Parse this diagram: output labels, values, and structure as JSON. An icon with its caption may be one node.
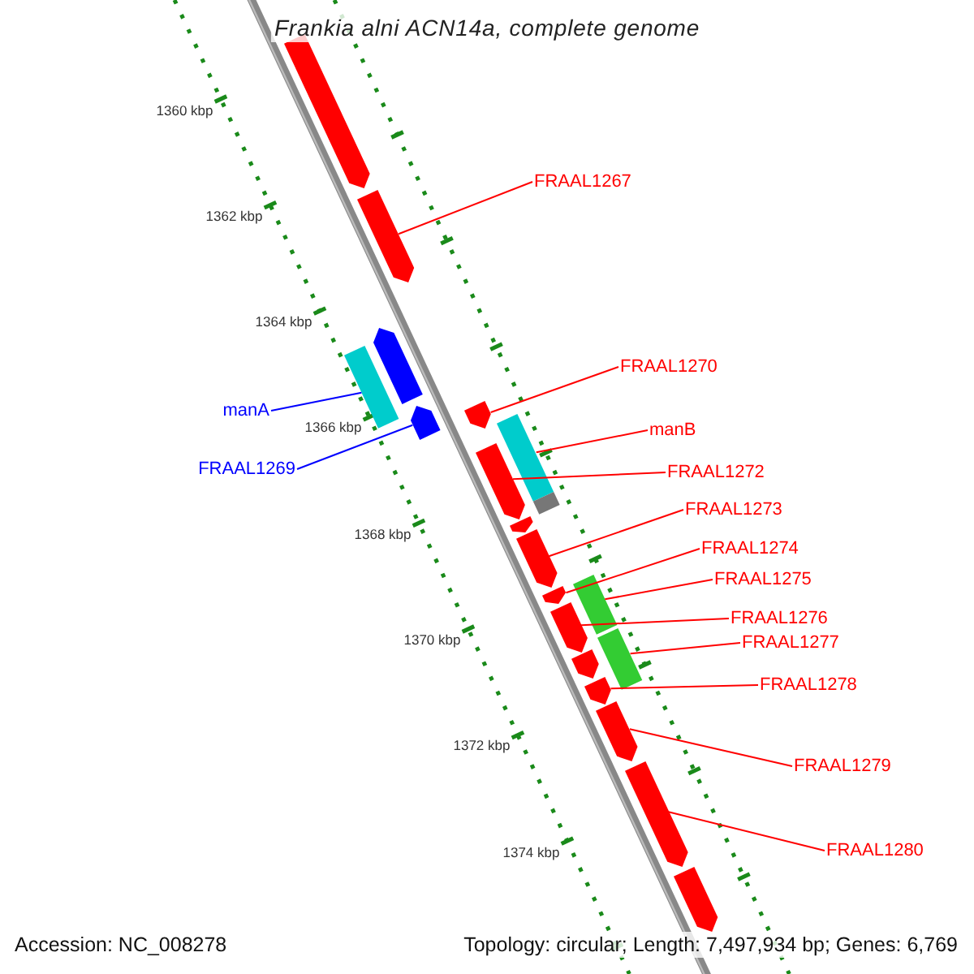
{
  "diagram": {
    "title": "Frankia alni ACN14a, complete genome",
    "nodes": [
      {
        "text": [],
        "shape": "pentagon"
      },
      {
        "text": [],
        "shape": "pentagon"
      },
      {
        "text": [],
        "shape": "pentagon"
      },
      {
        "text": [],
        "shape": "box"
      },
      {
        "text": [],
        "shape": "pentagon"
      },
      {
        "text": [],
        "shape": "pentagon"
      },
      {
        "text": [],
        "shape": "box"
      },
      {
        "text": [],
        "shape": "pentagon"
      },
      {
        "text": [],
        "shape": "pentagon"
      },
      {
        "text": [],
        "shape": "pentagon"
      },
      {
        "text": [],
        "shape": "pentagon"
      },
      {
        "text": [],
        "shape": "box"
      },
      {
        "text": [],
        "shape": "pentagon"
      },
      {
        "text": [],
        "shape": "box"
      },
      {
        "text": [],
        "shape": "pentagon"
      },
      {
        "text": [],
        "shape": "pentagon"
      },
      {
        "text": [],
        "shape": "pentagon"
      },
      {
        "text": [],
        "shape": "pentagon"
      },
      {
        "text": [],
        "shape": "pentagon"
      },
      {
        "text": [
          "FRAAL1267"
        ]
      },
      {
        "text": [
          "FRAAL1270"
        ]
      },
      {
        "text": [
          "manA"
        ]
      },
      {
        "text": [
          "manB"
        ]
      },
      {
        "text": [
          "FRAAL1269"
        ]
      },
      {
        "text": [
          "FRAAL1272"
        ]
      },
      {
        "text": [
          "FRAAL1273"
        ]
      },
      {
        "text": [
          "FRAAL1274"
        ]
      },
      {
        "text": [
          "FRAAL1275"
        ]
      },
      {
        "text": [
          "FRAAL1276"
        ]
      },
      {
        "text": [
          "FRAAL1277"
        ]
      },
      {
        "text": [
          "FRAAL1278"
        ]
      },
      {
        "text": [
          "FRAAL1279"
        ]
      },
      {
        "text": [
          "FRAAL1280"
        ]
      }
    ],
    "edges": [
      {
        "from": 19,
        "to": 1,
        "arrow": "none"
      },
      {
        "from": 20,
        "to": 5,
        "arrow": "none"
      },
      {
        "from": 21,
        "to": 3,
        "arrow": "none",
        "color": "#0000ff"
      },
      {
        "from": 22,
        "to": 6,
        "arrow": "none"
      },
      {
        "from": 23,
        "to": 4,
        "arrow": "none",
        "color": "#0000ff"
      },
      {
        "from": 24,
        "to": 7,
        "arrow": "none"
      },
      {
        "from": 25,
        "to": 9,
        "arrow": "none"
      },
      {
        "from": 26,
        "to": 10,
        "arrow": "none"
      },
      {
        "from": 27,
        "to": 11,
        "arrow": "none"
      },
      {
        "from": 28,
        "to": 12,
        "arrow": "none"
      },
      {
        "from": 29,
        "to": 13,
        "arrow": "none"
      },
      {
        "from": 30,
        "to": 15,
        "arrow": "none"
      },
      {
        "from": 31,
        "to": 16,
        "arrow": "none"
      },
      {
        "from": 32,
        "to": 17,
        "arrow": "none"
      }
    ],
    "labels": [
      "1360 kbp",
      "1362 kbp",
      "1364 kbp",
      "1366 kbp",
      "1368 kbp",
      "1370 kbp",
      "1372 kbp",
      "1374 kbp",
      "Accession: NC_008278",
      "Topology: circular; Length: 7,497,934 bp; Genes: 6,769"
    ]
  }
}
